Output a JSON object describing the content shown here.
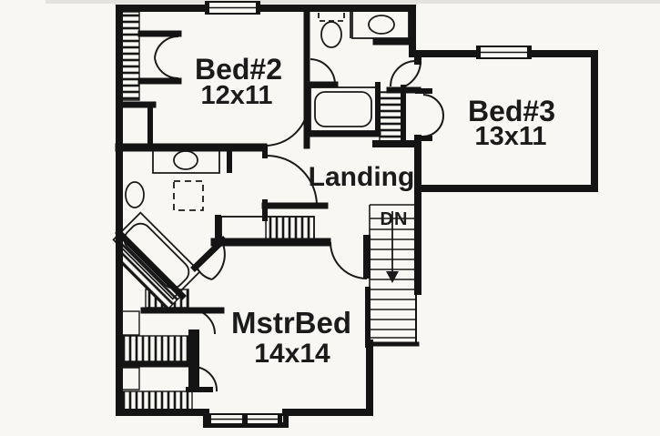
{
  "document": {
    "kind": "scanned second-floor house plan"
  },
  "colors": {
    "ink": "#1a1a1a",
    "wall": "#141414",
    "paper": "#f8f7f4"
  },
  "rooms": {
    "bed2": {
      "name": "Bed#2",
      "size": "12x11"
    },
    "bed3": {
      "name": "Bed#3",
      "size": "13x11"
    },
    "landing": {
      "name": "Landing",
      "size": ""
    },
    "master": {
      "name": "MstrBed",
      "size": "14x14"
    }
  },
  "stairs": {
    "direction_label": "DN"
  },
  "fixtures": {
    "hall_bath": [
      "toilet",
      "vanity-sink",
      "bathtub"
    ],
    "master_bath": [
      "toilet",
      "vanity-sink",
      "dashed-shower",
      "corner-garden-tub"
    ],
    "closets": [
      "bed2-closet-rod",
      "bed3-closet-rod",
      "master-closet-rod-upper",
      "master-closet-rod-lower",
      "landing-rail"
    ],
    "windows": [
      "bed2-window",
      "bed3-window",
      "bay-window-left",
      "bay-window-right"
    ]
  }
}
